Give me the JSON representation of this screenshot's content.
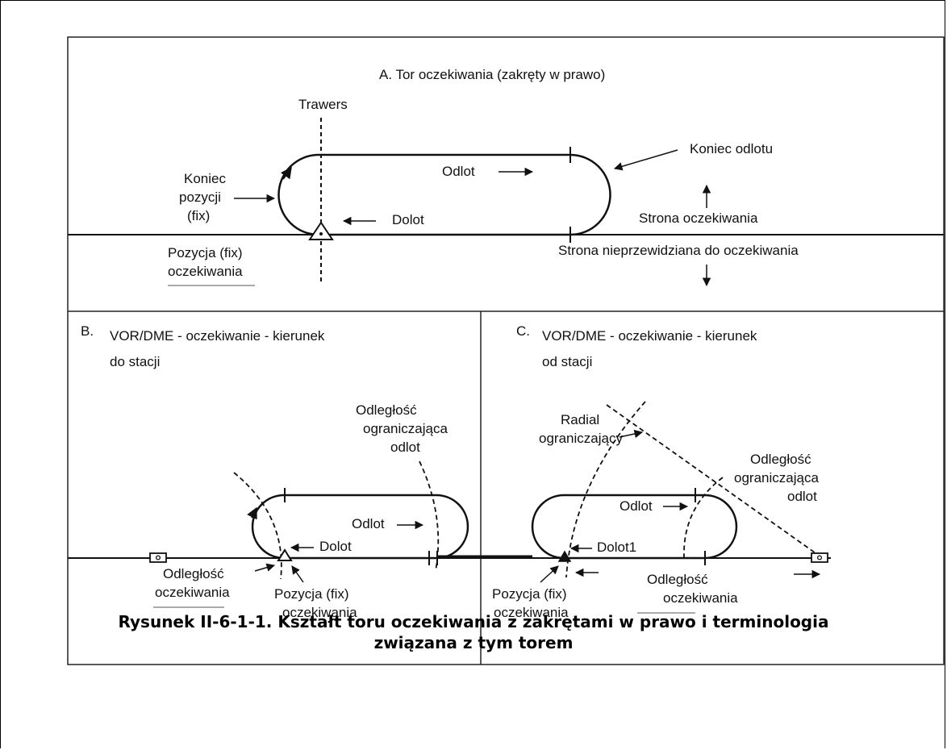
{
  "panel_a": {
    "title": "A. Tor oczekiwania (zakręty w prawo)",
    "trawers": "Trawers",
    "koniec_odlotu": "Koniec odlotu",
    "odlot": "Odlot",
    "koniec_pozycji": [
      "Koniec",
      "pozycji",
      "(fix)"
    ],
    "dolot": "Dolot",
    "strona_oczekiwania": "Strona oczekiwania",
    "strona_nieprzewidziana": "Strona nieprzewidziana do oczekiwania",
    "pozycja_fix": [
      "Pozycja (fix)",
      "oczekiwania"
    ]
  },
  "panel_b": {
    "title_prefix": "B.",
    "title": [
      "VOR/DME - oczekiwanie - kierunek",
      "do stacji"
    ],
    "odleglosc_ogr": [
      "Odległość",
      "ograniczająca",
      "odlot"
    ],
    "odlot": "Odlot",
    "dolot": "Dolot",
    "odleglosc_ocz": [
      "Odległość",
      "oczekiwania"
    ],
    "pozycja_fix": [
      "Pozycja (fix)",
      "oczekiwania"
    ]
  },
  "panel_c": {
    "title_prefix": "C.",
    "title": [
      "VOR/DME - oczekiwanie - kierunek",
      "od stacji"
    ],
    "radial": [
      "Radial",
      "ograniczający"
    ],
    "odleglosc_ogr": [
      "Odległość",
      "ograniczająca",
      "odlot"
    ],
    "odlot": "Odlot",
    "dolot": "Dolot1",
    "pozycja_fix": [
      "Pozycja (fix)",
      "oczekiwania"
    ],
    "odleglosc_ocz": [
      "Odległość",
      "oczekiwania"
    ]
  },
  "caption": [
    "Rysunek II-6-1-1. Kształt toru oczekiwania z zakrętami w prawo i terminologia",
    "związana z tym torem"
  ]
}
